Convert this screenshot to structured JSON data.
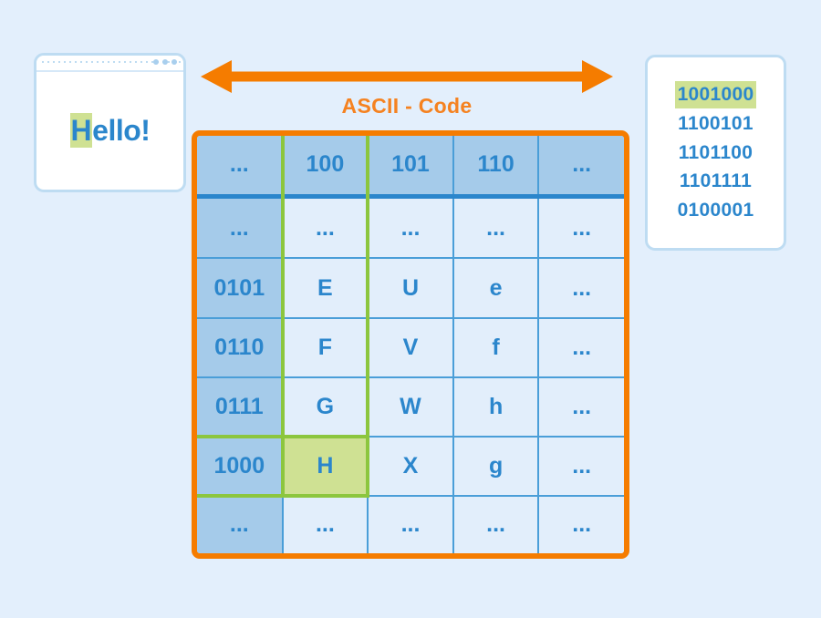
{
  "colors": {
    "page_background": "#e3effc",
    "accent_orange": "#f57c00",
    "accent_blue": "#2b86cc",
    "header_blue": "#a5cbea",
    "cell_blue": "#e2eefb",
    "highlight_green": "#cfe193",
    "highlight_green_border": "#8cc63e",
    "card_border": "#bedcf2"
  },
  "browser_window": {
    "name": "browser-window",
    "dots": [
      "dot",
      "dot",
      "dot"
    ],
    "text_highlighted": "H",
    "text_rest": "ello!",
    "full_text": "Hello!"
  },
  "arrow": {
    "icon": "double-headed-arrow-icon",
    "direction": "both"
  },
  "title": {
    "label": "ASCII - Code"
  },
  "table": {
    "header": [
      "...",
      "100",
      "101",
      "110",
      "..."
    ],
    "rows": [
      {
        "code": "...",
        "cells": [
          "...",
          "...",
          "...",
          "..."
        ]
      },
      {
        "code": "0101",
        "cells": [
          "E",
          "U",
          "e",
          "..."
        ]
      },
      {
        "code": "0110",
        "cells": [
          "F",
          "V",
          "f",
          "..."
        ]
      },
      {
        "code": "0111",
        "cells": [
          "G",
          "W",
          "h",
          "..."
        ]
      },
      {
        "code": "1000",
        "cells": [
          "H",
          "X",
          "g",
          "..."
        ]
      },
      {
        "code": "...",
        "cells": [
          "...",
          "...",
          "...",
          "..."
        ]
      }
    ],
    "highlighted_cell": {
      "row_code": "1000",
      "column": "100",
      "value": "H"
    }
  },
  "binary_panel": {
    "lines": [
      "1001000",
      "1100101",
      "1101100",
      "1101111",
      "0100001"
    ],
    "highlighted_line": "1001000"
  }
}
